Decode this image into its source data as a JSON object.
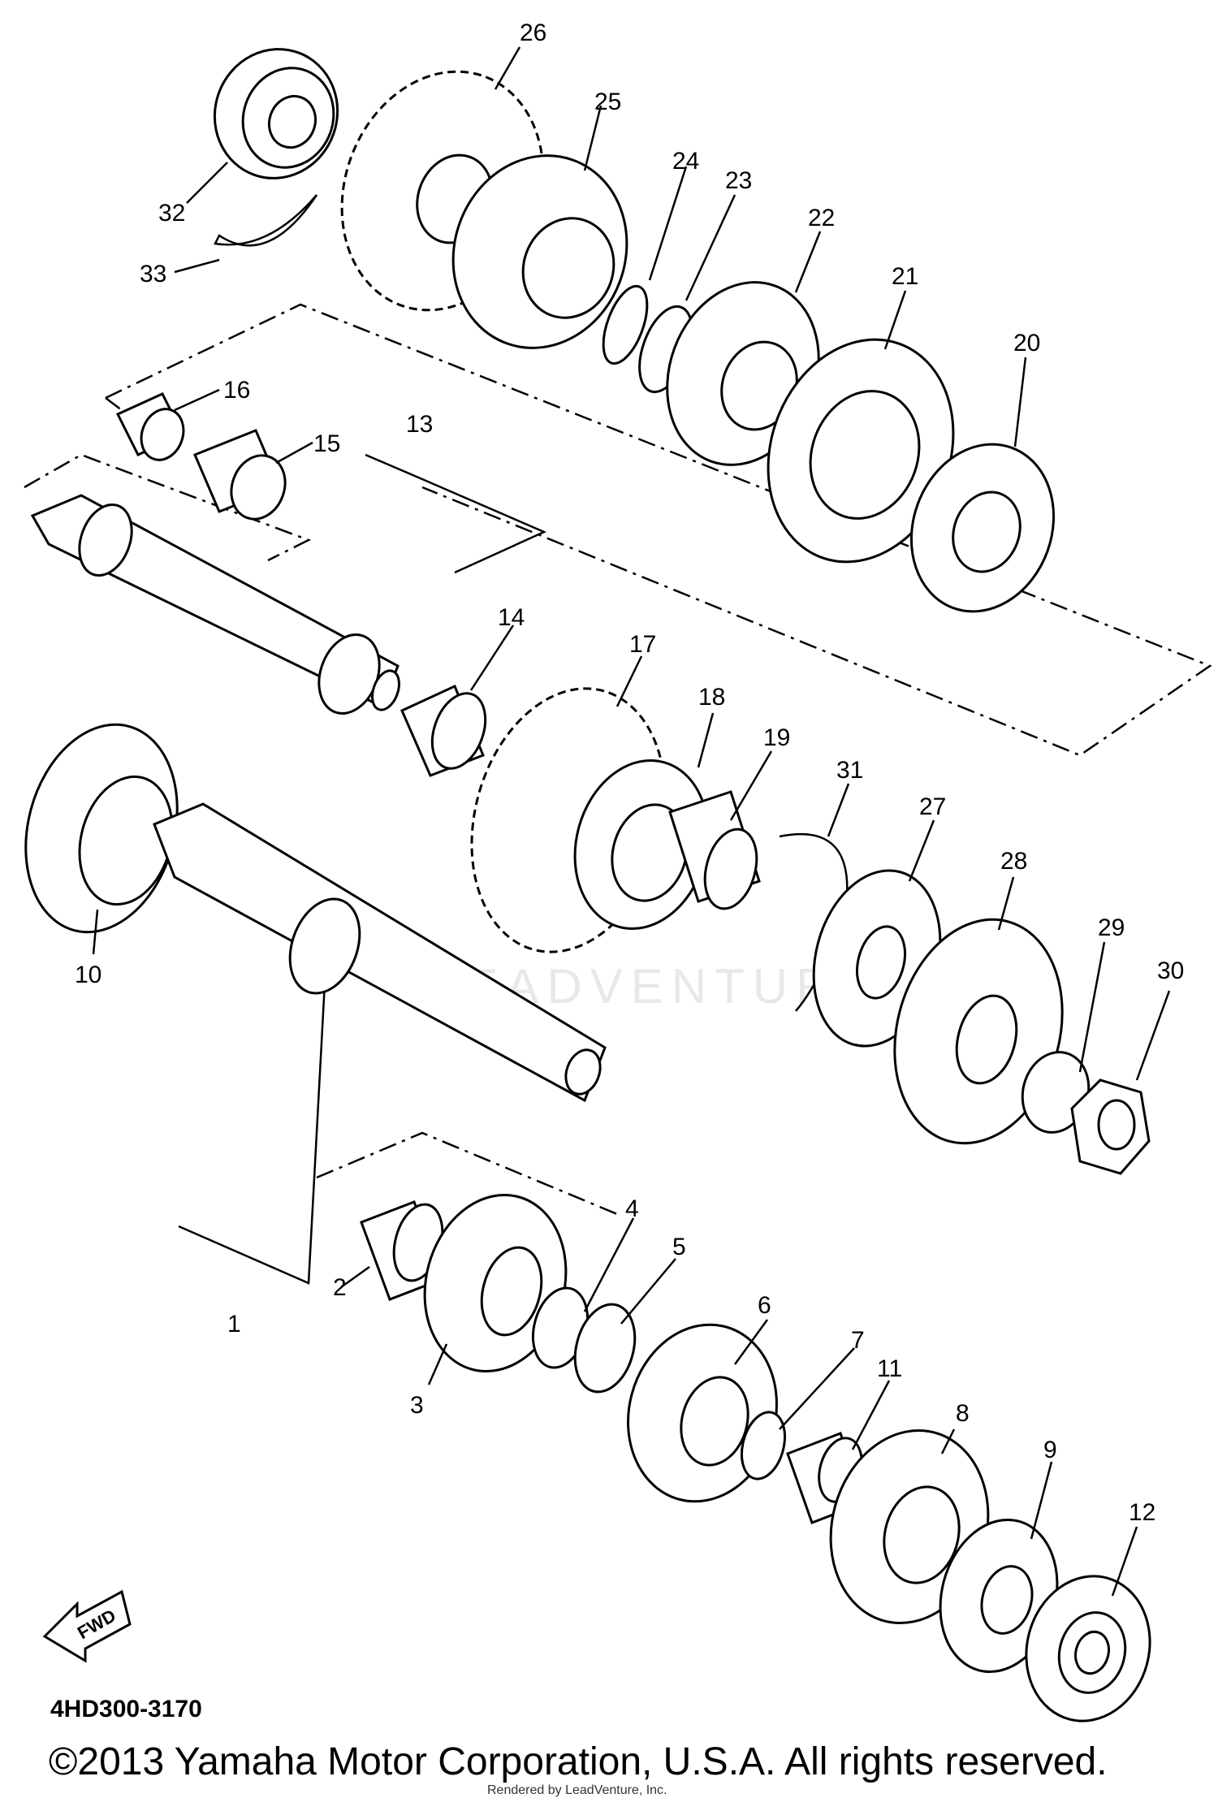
{
  "callouts": [
    {
      "num": "26"
    },
    {
      "num": "25"
    },
    {
      "num": "24"
    },
    {
      "num": "23"
    },
    {
      "num": "22"
    },
    {
      "num": "21"
    },
    {
      "num": "20"
    },
    {
      "num": "32"
    },
    {
      "num": "33"
    },
    {
      "num": "16"
    },
    {
      "num": "15"
    },
    {
      "num": "13"
    },
    {
      "num": "14"
    },
    {
      "num": "17"
    },
    {
      "num": "18"
    },
    {
      "num": "19"
    },
    {
      "num": "31"
    },
    {
      "num": "27"
    },
    {
      "num": "28"
    },
    {
      "num": "29"
    },
    {
      "num": "30"
    },
    {
      "num": "10"
    },
    {
      "num": "4"
    },
    {
      "num": "5"
    },
    {
      "num": "2"
    },
    {
      "num": "1"
    },
    {
      "num": "3"
    },
    {
      "num": "6"
    },
    {
      "num": "7"
    },
    {
      "num": "11"
    },
    {
      "num": "8"
    },
    {
      "num": "9"
    },
    {
      "num": "12"
    }
  ],
  "fwd_label": "FWD",
  "diagram_code": "4HD300-3170",
  "copyright": "©2013 Yamaha Motor Corporation, U.S.A. All rights reserved.",
  "render_credit": "Rendered by LeadVenture, Inc.",
  "watermark": "LEADVENTURE"
}
